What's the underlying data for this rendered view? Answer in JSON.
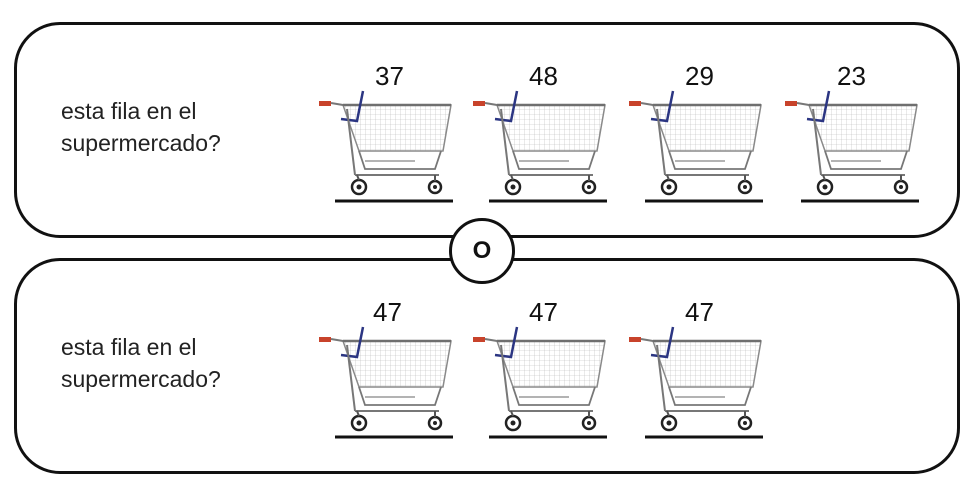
{
  "top_option": {
    "question_line1": "esta fila en el",
    "question_line2": "supermercado?",
    "carts": [
      "37",
      "48",
      "29",
      "23"
    ]
  },
  "separator": {
    "label": "O"
  },
  "bottom_option": {
    "question_line1": "esta fila en el",
    "question_line2": "supermercado?",
    "carts": [
      "47",
      "47",
      "47"
    ]
  }
}
